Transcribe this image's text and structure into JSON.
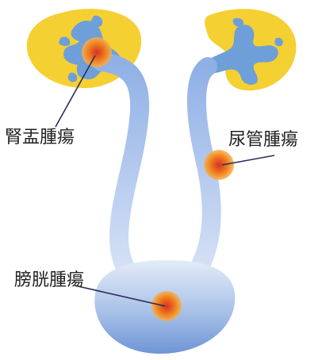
{
  "labels": {
    "renal_pelvis_tumor": "腎盂腫瘍",
    "ureter_tumor": "尿管腫瘍",
    "bladder_tumor": "膀胱腫瘍"
  },
  "colors": {
    "kidney": "#f5d033",
    "renal_pelvis": "#6e9fd8",
    "urinary_tract": "#a9c2ea",
    "tumor": "#f07a1a",
    "leader_line": "#2c2c5a"
  }
}
